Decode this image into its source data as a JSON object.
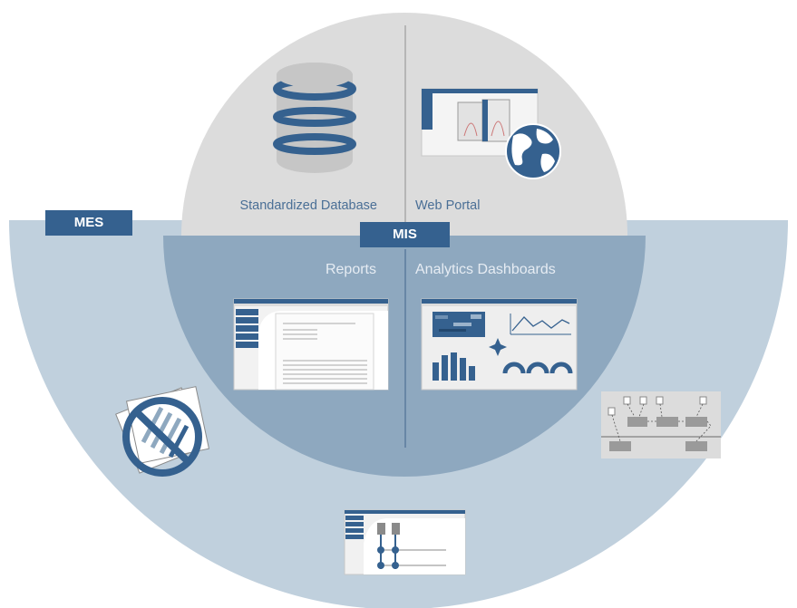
{
  "sections": {
    "top_left_label": "Standardized Database",
    "top_right_label": "Web Portal",
    "middle_left_label": "Reports",
    "middle_right_label": "Analytics Dashboards"
  },
  "badges": {
    "outer": "MES",
    "inner": "MIS"
  },
  "colors": {
    "outer_ring": "#c0d0dd",
    "middle_ring": "#8ea8bf",
    "top_dome": "#dcdcdc",
    "accent": "#35618f",
    "label_dark": "#4a6f96",
    "label_light": "#e6ecf3"
  },
  "icons": [
    "database-icon",
    "web-portal-screenshot",
    "globe-icon",
    "report-screenshot",
    "dashboard-screenshot",
    "no-paper-reports-icon",
    "process-flow-diagram",
    "genealogy-screenshot"
  ]
}
